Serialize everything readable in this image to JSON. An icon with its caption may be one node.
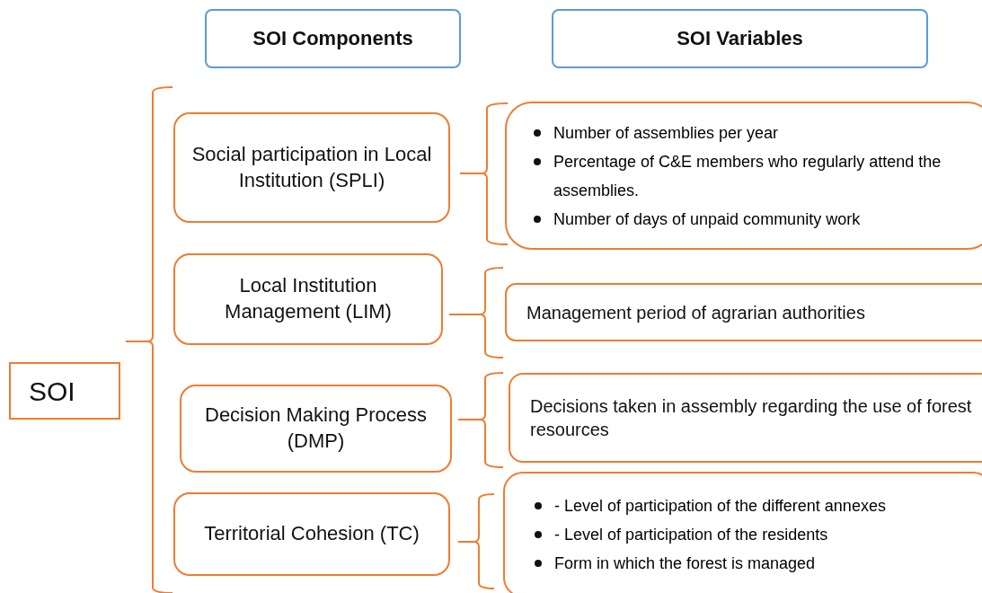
{
  "diagram": {
    "nodes": [
      {
        "text": [
          "SOI Components"
        ]
      },
      {
        "text": [
          "SOI Variables"
        ]
      },
      {
        "text": [
          "SOI"
        ]
      },
      {
        "text": [
          "Social participation in Local Institution (SPLI)"
        ]
      },
      {
        "text": [
          "Number of assemblies per year",
          "Percentage of C&E members who regularly attend the assemblies.",
          "Number of days of unpaid community work"
        ]
      },
      {
        "text": [
          "Local Institution Management (LIM)"
        ]
      },
      {
        "text": [
          "Management period of agrarian authorities"
        ]
      },
      {
        "text": [
          "Decision Making Process (DMP)"
        ]
      },
      {
        "text": [
          "Decisions taken in assembly regarding the use of forest resources"
        ]
      },
      {
        "text": [
          "Territorial Cohesion (TC)"
        ]
      },
      {
        "text": [
          "- Level of participation of the different annexes",
          "- Level of participation of the residents",
          "Form in which the forest is managed"
        ]
      }
    ]
  }
}
